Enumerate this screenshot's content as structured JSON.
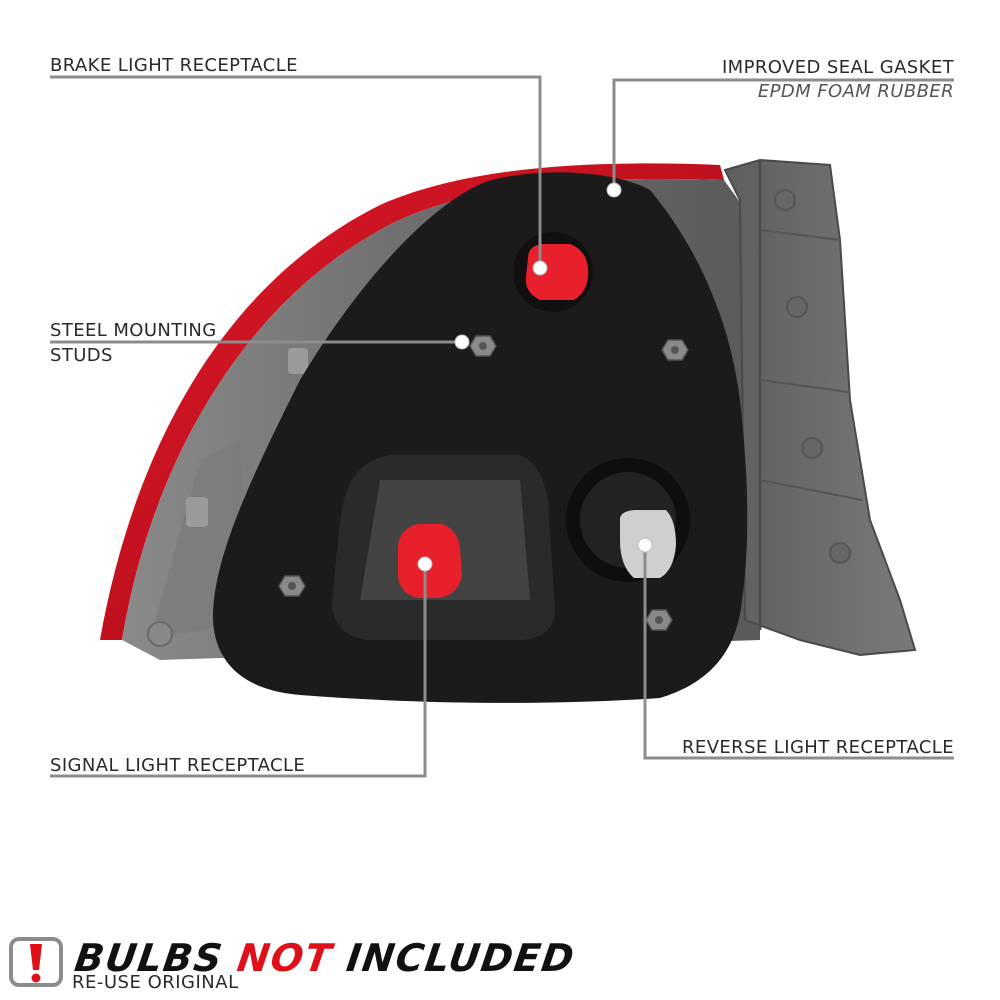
{
  "callouts": {
    "brake": "BRAKE LIGHT RECEPTACLE",
    "gasket_title": "IMPROVED SEAL GASKET",
    "gasket_sub": "EPDM FOAM RUBBER",
    "studs_line1": "STEEL MOUNTING",
    "studs_line2": "STUDS",
    "signal": "SIGNAL LIGHT RECEPTACLE",
    "reverse": "REVERSE LIGHT RECEPTACLE"
  },
  "footer": {
    "bulbs": "BULBS",
    "not": "NOT",
    "included": "INCLUDED",
    "note": "RE-USE ORIGINAL"
  },
  "colors": {
    "lens_red": "#d01020",
    "gasket": "#1c1a1a",
    "housing_gray": "#6e6e6e",
    "socket_red": "#e8202c",
    "socket_white": "#cfcfcf",
    "leader_gray": "#8c8c8c",
    "warning_red": "#e0101a"
  }
}
